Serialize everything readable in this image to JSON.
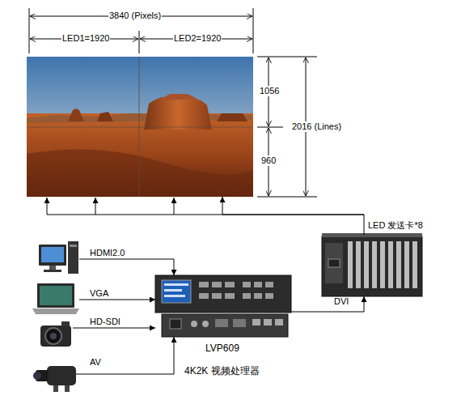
{
  "diagram": {
    "nodes": [
      {
        "text": []
      },
      {
        "text": []
      },
      {
        "text": []
      },
      {
        "text": []
      },
      {
        "text": []
      },
      {
        "text": [
          "LVP609",
          "4K2K 视频处理器"
        ]
      },
      {
        "text": [
          "LED 发送卡*8"
        ]
      }
    ],
    "edges": [
      {
        "from": 1,
        "to": 5,
        "label": "HDMI2.0",
        "arrow": "to"
      },
      {
        "from": 2,
        "to": 5,
        "label": "VGA",
        "arrow": "to"
      },
      {
        "from": 3,
        "to": 5,
        "label": "HD-SDI",
        "arrow": "to"
      },
      {
        "from": 4,
        "to": 5,
        "label": "AV",
        "arrow": "to"
      },
      {
        "from": 5,
        "to": 6,
        "label": "DVI",
        "arrow": "to"
      },
      {
        "from": 6,
        "to": 0,
        "arrow": "to"
      }
    ],
    "labels": [
      "3840 (Pixels)",
      "LED1=1920",
      "LED2=1920",
      "1056",
      "960",
      "2016 (Lines)"
    ]
  }
}
